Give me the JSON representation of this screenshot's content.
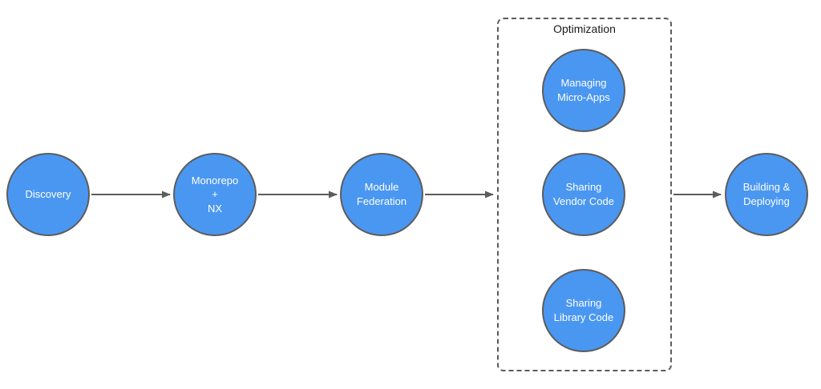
{
  "diagram": {
    "nodes": {
      "discovery": {
        "label": "Discovery"
      },
      "monorepo_nx": {
        "label": "Monorepo\n+\nNX"
      },
      "module_federation": {
        "label": "Module\nFederation"
      },
      "managing_micro_apps": {
        "label": "Managing\nMicro-Apps"
      },
      "sharing_vendor_code": {
        "label": "Sharing\nVendor Code"
      },
      "sharing_library_code": {
        "label": "Sharing\nLibrary Code"
      },
      "building_deploying": {
        "label": "Building &\nDeploying"
      }
    },
    "group": {
      "label": "Optimization"
    },
    "edges": [
      {
        "from": "discovery",
        "to": "monorepo_nx"
      },
      {
        "from": "monorepo_nx",
        "to": "module_federation"
      },
      {
        "from": "module_federation",
        "to": "optimization_group"
      },
      {
        "from": "optimization_group",
        "to": "building_deploying"
      }
    ],
    "colors": {
      "node_fill": "#4a97f2",
      "node_border": "#5c5c5c",
      "node_text": "#ffffff",
      "connector": "#5c5c5c",
      "group_border": "#5c5c5c",
      "group_label_text": "#1a1a1a",
      "background": "#ffffff"
    }
  }
}
